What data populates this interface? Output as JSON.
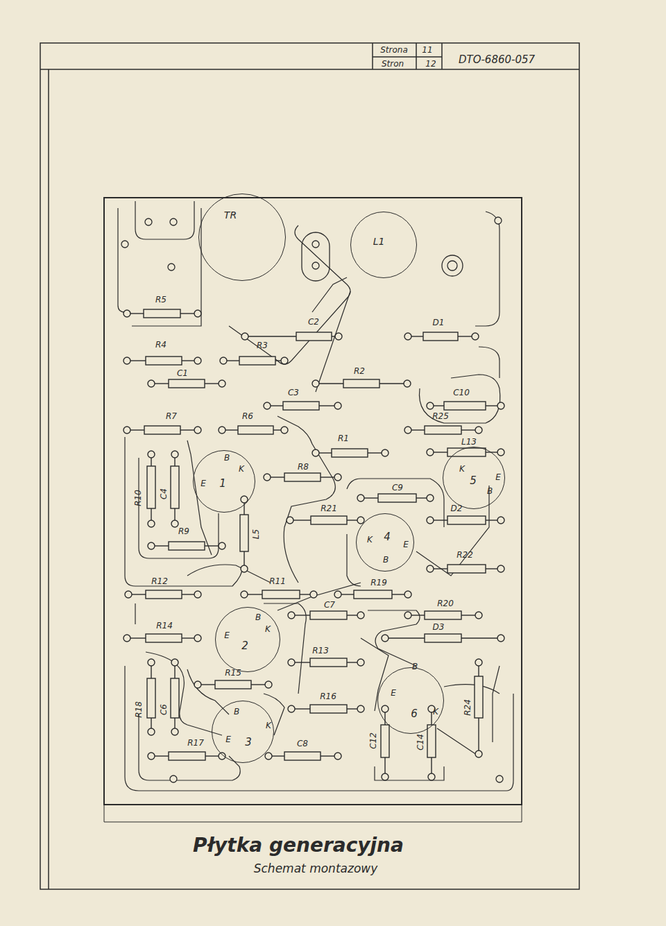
{
  "diagram": {
    "title": "Płytka generacyjna",
    "caption": "Schemat montazowy",
    "nodes": [
      {
        "text": [
          "TR"
        ]
      },
      {
        "text": [
          "L1"
        ]
      },
      {
        "text": [
          "1",
          "B",
          "E",
          "K"
        ]
      },
      {
        "text": [
          "5",
          "K",
          "E",
          "B"
        ]
      },
      {
        "text": [
          "4",
          "K",
          "E",
          "B"
        ]
      },
      {
        "text": [
          "2",
          "B",
          "E",
          "K"
        ]
      },
      {
        "text": [
          "3",
          "B",
          "E",
          "K"
        ]
      },
      {
        "text": [
          "6",
          "B",
          "E",
          "K"
        ]
      }
    ],
    "labels": [
      "Strona",
      "11",
      "Stron",
      "12",
      "DTO-6860-057",
      "R5",
      "R4",
      "C1",
      "R3",
      "C2",
      "D1",
      "R2",
      "C3",
      "C10",
      "R7",
      "R6",
      "R25",
      "L13",
      "R1",
      "R8",
      "R10",
      "C4",
      "R9",
      "L5",
      "R21",
      "C9",
      "D2",
      "R22",
      "R12",
      "R11",
      "R19",
      "C7",
      "R20",
      "R14",
      "D3",
      "R13",
      "R15",
      "R18",
      "C6",
      "R24",
      "R16",
      "C12",
      "C14",
      "R17",
      "C8"
    ]
  }
}
